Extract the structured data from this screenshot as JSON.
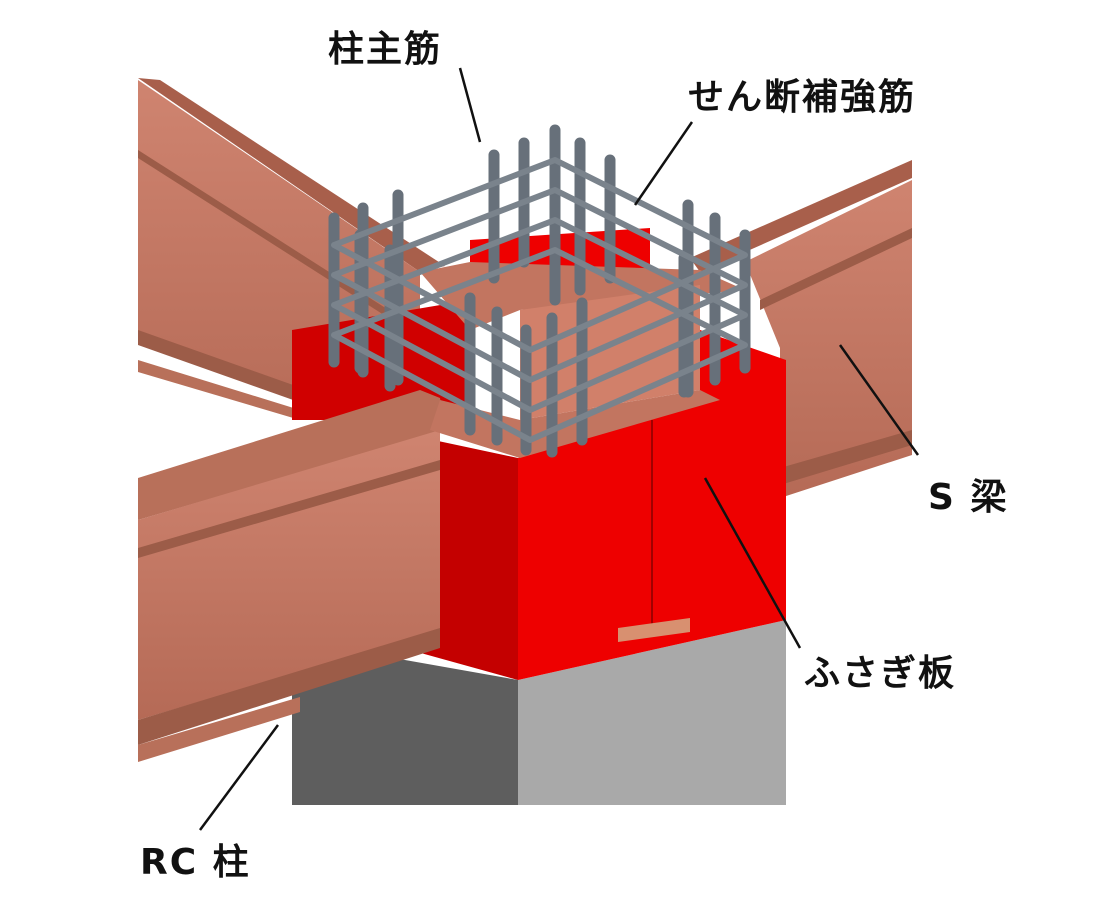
{
  "labels": {
    "column_main_rebar": "柱主筋",
    "shear_reinforcement": "せん断補強筋",
    "steel_beam": "S 梁",
    "closing_plate": "ふさぎ板",
    "rc_column": "RC 柱"
  },
  "colors": {
    "beam_top": "#b8705a",
    "beam_side": "#c97c66",
    "beam_dark": "#9c5c48",
    "closing_plate": "#ee0000",
    "closing_plate_dark": "#c40000",
    "rc_column_light": "#a9a9a9",
    "rc_column_dark": "#5e5e5e",
    "rebar": "#67707a",
    "leader_line": "#111111"
  }
}
